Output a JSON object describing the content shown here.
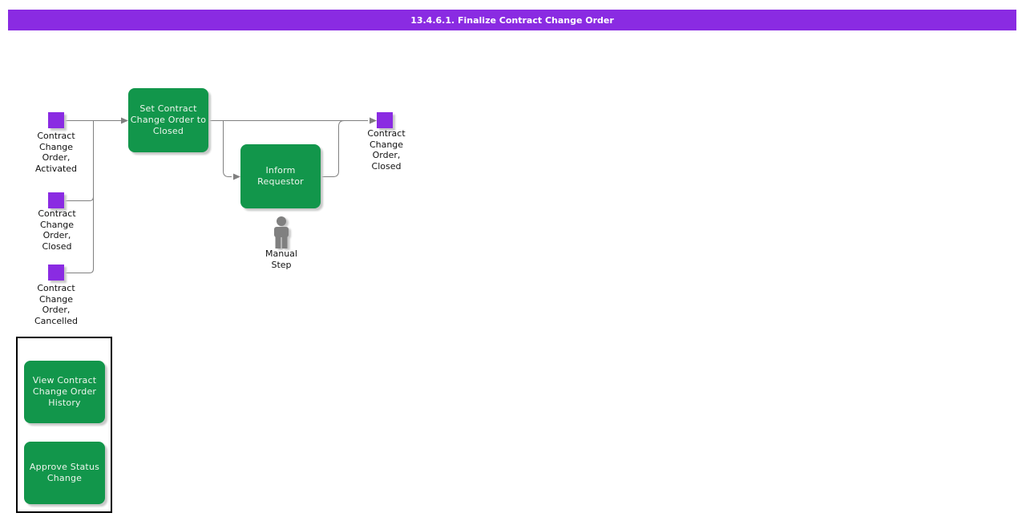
{
  "header": {
    "title": "13.4.6.1. Finalize Contract Change Order"
  },
  "colors": {
    "header_bg": "#8A2BE2",
    "event_purple": "#8A2BE2",
    "activity_green": "#12964B",
    "connector_gray": "#808080",
    "shadow_gray": "#C8C8C8",
    "group_border": "#000000",
    "label_text": "#111111",
    "activity_text": "#EDF5ED"
  },
  "events": [
    {
      "id": "contract-change-order-activated",
      "label": "Contract\nChange\nOrder,\nActivated"
    },
    {
      "id": "contract-change-order-closed-source",
      "label": "Contract\nChange\nOrder,\nClosed"
    },
    {
      "id": "contract-change-order-cancelled",
      "label": "Contract\nChange\nOrder,\nCancelled"
    },
    {
      "id": "contract-change-order-closed-result",
      "label": "Contract\nChange\nOrder,\nClosed"
    }
  ],
  "activities": [
    {
      "id": "set-contract-change-order-to-closed",
      "label": "Set Contract\nChange Order to\nClosed"
    },
    {
      "id": "inform-requestor",
      "label": "Inform\nRequestor"
    },
    {
      "id": "view-contract-change-order-history",
      "label": "View Contract\nChange Order\nHistory"
    },
    {
      "id": "approve-status-change",
      "label": "Approve Status\nChange"
    }
  ],
  "manual_step": {
    "label": "Manual\nStep"
  }
}
